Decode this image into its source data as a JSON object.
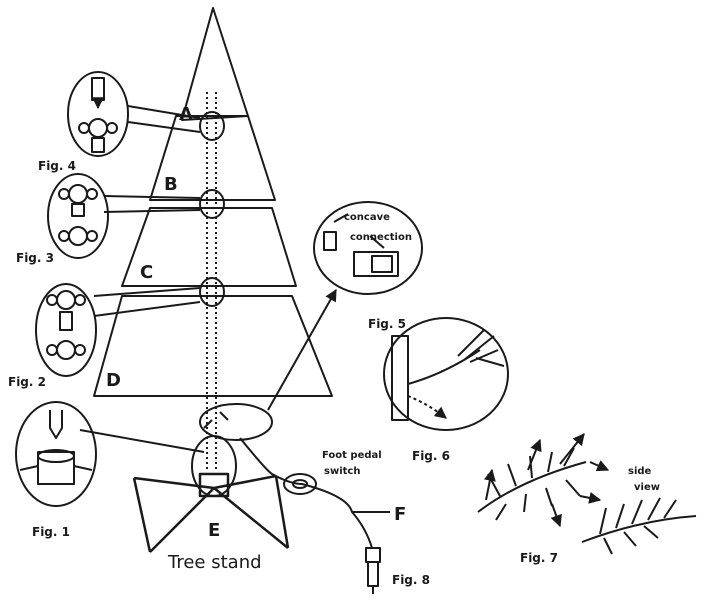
{
  "colors": {
    "ink": "#1a1a1a",
    "paper": "#ffffff"
  },
  "sections": {
    "a": "A",
    "b": "B",
    "c": "C",
    "d": "D",
    "e": "E",
    "f": "F"
  },
  "stand_label": "Tree stand",
  "figures": {
    "fig1": "Fig. 1",
    "fig2": "Fig. 2",
    "fig3": "Fig. 3",
    "fig4": "Fig. 4",
    "fig5": "Fig. 5",
    "fig6": "Fig. 6",
    "fig7": "Fig. 7",
    "fig8": "Fig. 8"
  },
  "callouts": {
    "concave_1": "concave",
    "concave_2": "connection",
    "foot_pedal_1": "Foot pedal",
    "foot_pedal_2": "switch",
    "side_view_1": "side",
    "side_view_2": "view"
  }
}
